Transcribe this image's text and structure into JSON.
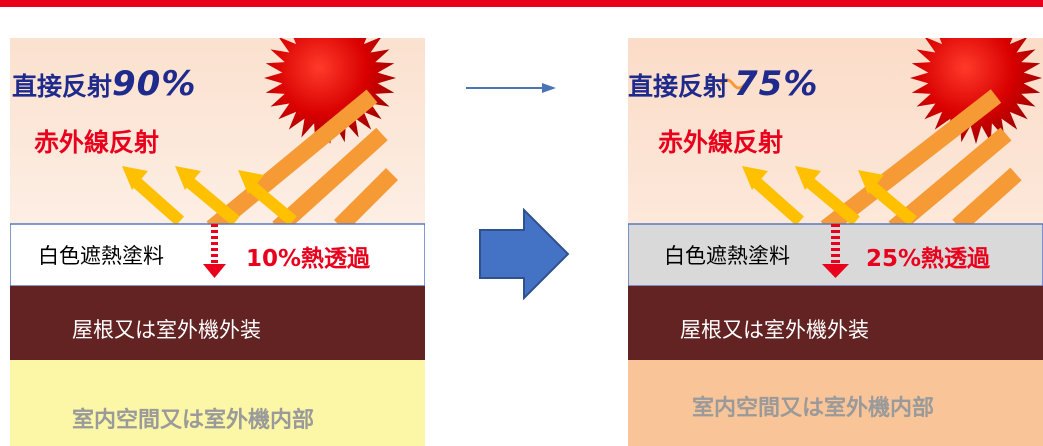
{
  "colors": {
    "top_bar": "#e8001c",
    "sky_top": "#fbe3d3",
    "sky_bottom": "#fde9dc",
    "sun": "#e00000",
    "beam_orange": "#f59a35",
    "beam_yellow": "#ffc000",
    "roof": "#632323",
    "interior_left": "#fbf7a6",
    "interior_right": "#f9c598",
    "arrow": "#4472c4"
  },
  "left": {
    "direct_label": "直接反射",
    "direct_value": "90%",
    "infrared": "赤外線反射",
    "coating": "白色遮熱塗料",
    "transmission": "10%熱透過",
    "roof": "屋根又は室外機外装",
    "interior": "室内空間又は室外機内部"
  },
  "right": {
    "direct_label": "直接反射",
    "direct_value": "75%",
    "infrared": "赤外線反射",
    "coating": "白色遮熱塗料",
    "transmission": "25%熱透過",
    "roof": "屋根又は室外機外装",
    "interior": "室内空間又は室外機内部"
  }
}
